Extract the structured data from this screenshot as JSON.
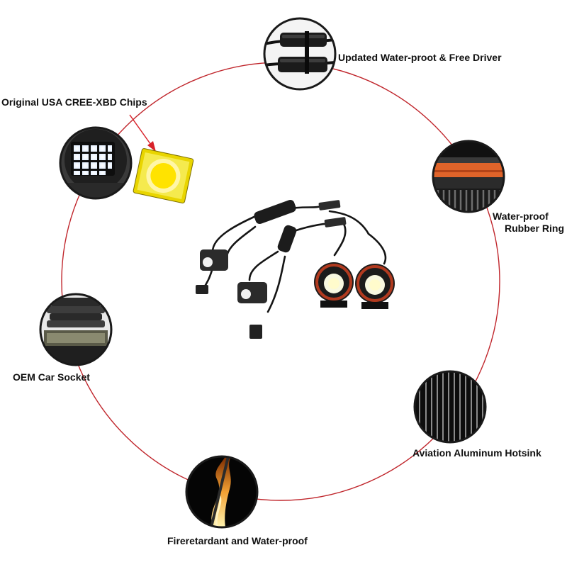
{
  "labels": {
    "driver": "Updated Water-proot & Free Driver",
    "chips": "Original USA CREE-XBD Chips",
    "rubber_line1": "Water-proof",
    "rubber_line2": "Rubber Ring",
    "socket": "OEM Car Socket",
    "hotsink": "Aviation Aluminum Hotsink",
    "fire": "Fireretardant and Water-proof"
  },
  "colors": {
    "ring": "#c0262c",
    "text": "#111111"
  }
}
